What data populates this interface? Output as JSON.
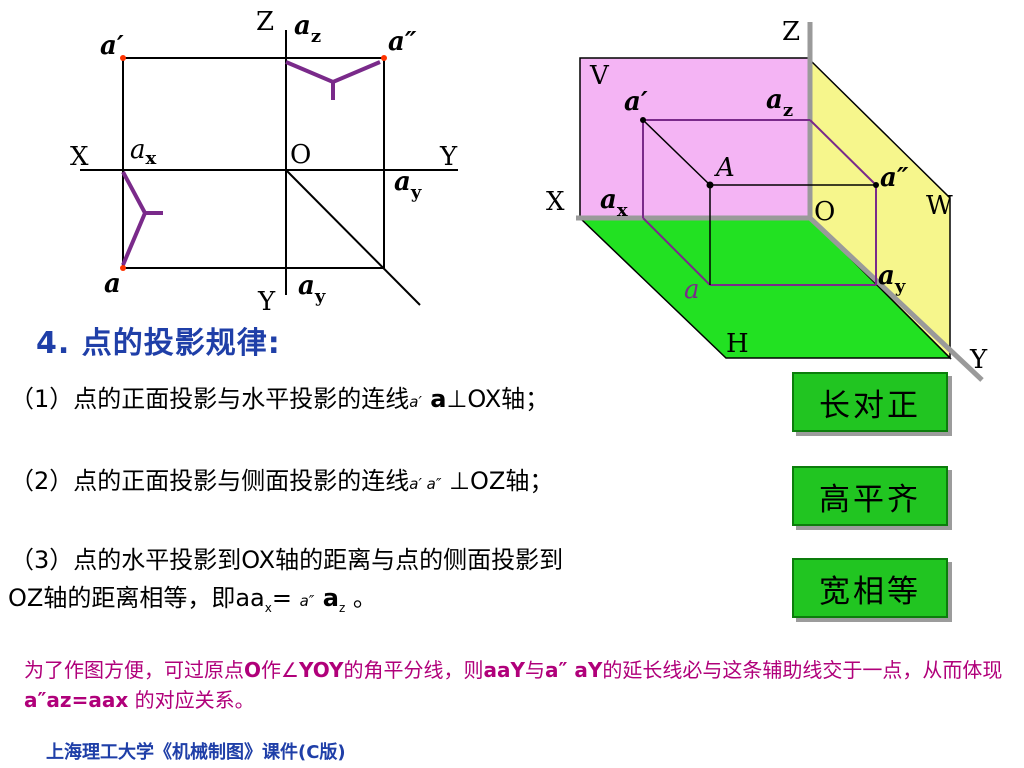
{
  "left_diagram": {
    "axis_z": "Z",
    "axis_x": "X",
    "axis_y_right": "Y",
    "axis_y_down": "Y",
    "origin": "O",
    "pt_a_prime": "a′",
    "pt_a_z": "a",
    "pt_a_z_sub": "z",
    "pt_a_double_prime": "a″",
    "pt_a_x": "a",
    "pt_a_x_sub": "x",
    "pt_a_y_right": "a",
    "pt_a_y_right_sub": "y",
    "pt_a": "a",
    "pt_a_y_down": "a",
    "pt_a_y_down_sub": "y"
  },
  "right_diagram": {
    "axis_z": "Z",
    "axis_x": "X",
    "axis_y": "Y",
    "origin": "O",
    "plane_v": "V",
    "plane_w": "W",
    "plane_h": "H",
    "pt_a_prime": "a′",
    "pt_a_z": "a",
    "pt_a_z_sub": "z",
    "pt_A": "A",
    "pt_a_double_prime": "a″",
    "pt_a_x": "a",
    "pt_a_x_sub": "x",
    "pt_a": "a",
    "pt_a_y": "a",
    "pt_a_y_sub": "y",
    "colors": {
      "plane_v": "#f4b4f4",
      "plane_w": "#f6f68c",
      "plane_h": "#22e122",
      "axis": "#9a9a9a",
      "projector": "#7a2a8a"
    }
  },
  "heading": "4. 点的投影规律:",
  "rules": {
    "r1": {
      "prefix": "（1）点的正面投影与水平投影的连线",
      "italic": "a′",
      "bold": " a",
      "suffix": "⊥OX轴；"
    },
    "r2": {
      "prefix": "（2）点的正面投影与侧面投影的连线",
      "italic": "a′ a″",
      "suffix": " ⊥OZ轴；"
    },
    "r3": {
      "line1": "（3）点的水平投影到OX轴的距离与点的侧面投影到",
      "line2_prefix": "OZ轴的距离相等，即aa",
      "line2_sub": "x",
      "line2_mid": "= ",
      "line2_it": "a″",
      "line2_b": " a",
      "line2_sub2": "z",
      "line2_suffix": "  。"
    }
  },
  "tags": {
    "t1": "长对正",
    "t2": "高平齐",
    "t3": "宽相等"
  },
  "note": {
    "p1": "为了作图方便，可过原点",
    "b1": "O",
    "p2": "作∠",
    "b2": "YOY",
    "p3": "的角平分线，则",
    "b3": "aaY",
    "p4": "与",
    "b4": "a″ aY",
    "p5": "的延长线必与这条辅助线交于一点，从而体现",
    "b5": "a″az=aax",
    "p6": " 的对应关系。"
  },
  "footer": "上海理工大学《机械制图》课件(C版)"
}
